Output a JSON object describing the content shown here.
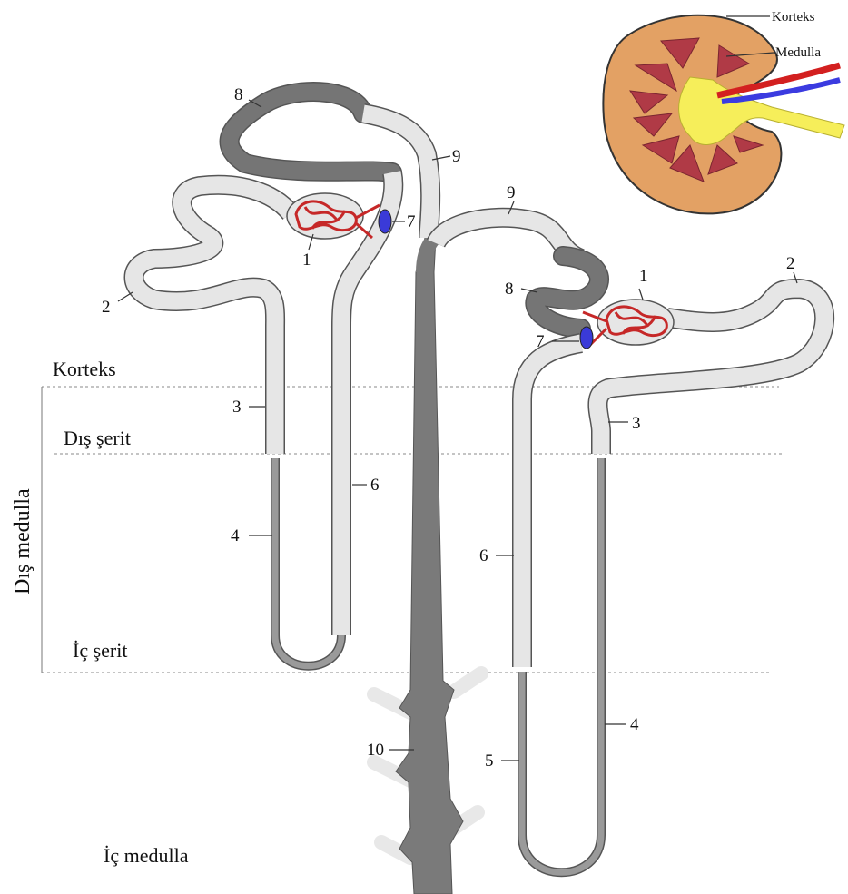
{
  "diagram": {
    "zones": {
      "korteks": "Korteks",
      "dis_serit": "Dış şerit",
      "dis_medulla": "Dış medulla",
      "ic_serit": "İç şerit",
      "ic_medulla": "İç medulla"
    },
    "kidney": {
      "korteks_label": "Korteks",
      "medulla_label": "Medulla"
    },
    "left_nephron_numbers": [
      "1",
      "2",
      "3",
      "4",
      "6",
      "7",
      "8",
      "9"
    ],
    "right_nephron_numbers": [
      "1",
      "2",
      "3",
      "4",
      "5",
      "6",
      "7",
      "8",
      "9"
    ],
    "collecting_duct_number": "10"
  },
  "colors": {
    "tubule_light": "#e6e6e6",
    "tubule_dark": "#6e6e6e",
    "tubule_mid": "#8f8f8f",
    "outline": "#555555",
    "capillary": "#c62828",
    "macula": "#3a3ad8",
    "kidney_cortex": "#e3a164",
    "kidney_pyramid": "#b03a46",
    "kidney_pelvis": "#f6ee5a",
    "artery": "#d32020",
    "vein": "#3b3be0"
  }
}
